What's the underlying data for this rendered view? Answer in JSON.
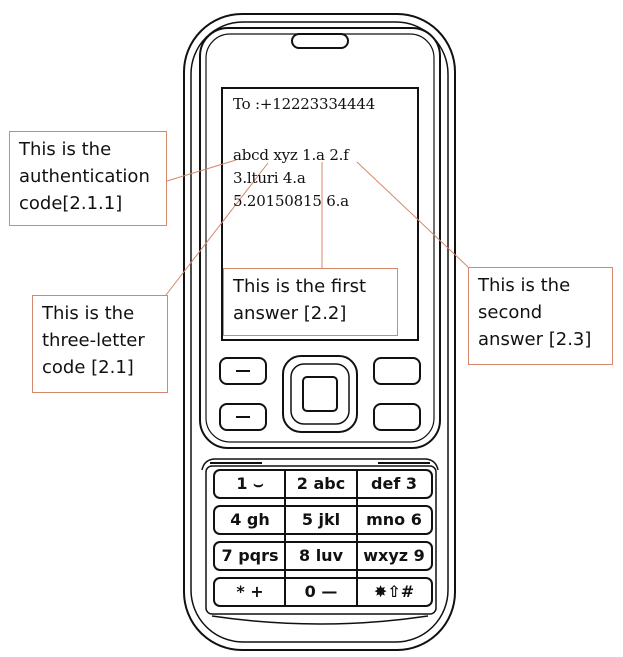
{
  "screen": {
    "to_line": "To :+12223334444",
    "message_line1": "abcd xyz  1.a  2.f",
    "message_line2": "3.lturi  4.a",
    "message_line3": "5.20150815  6.a"
  },
  "callouts": {
    "auth_code": {
      "line1": "This is the",
      "line2": "authentication",
      "line3": "code[2.1.1]"
    },
    "three_letter": {
      "line1": "This is the",
      "line2": "three-letter",
      "line3": "code [2.1]"
    },
    "first_answer": {
      "line1": "This is the first",
      "line2": "answer [2.2]"
    },
    "second_answer": {
      "line1": "This is the",
      "line2": "second",
      "line3": "answer [2.3]"
    }
  },
  "keypad": {
    "row1": [
      "1 ⌣",
      "2 abc",
      "def 3"
    ],
    "row2": [
      "4 gh",
      "5 jkl",
      "mno 6"
    ],
    "row3": [
      "7 pqrs",
      "8 luv",
      "wxyz 9"
    ],
    "row4": [
      "* +",
      "0 —",
      "✸⇧#"
    ]
  },
  "colors": {
    "callout_border": "#d4876a",
    "leader_line": "#d4876a",
    "outline": "#111111"
  }
}
